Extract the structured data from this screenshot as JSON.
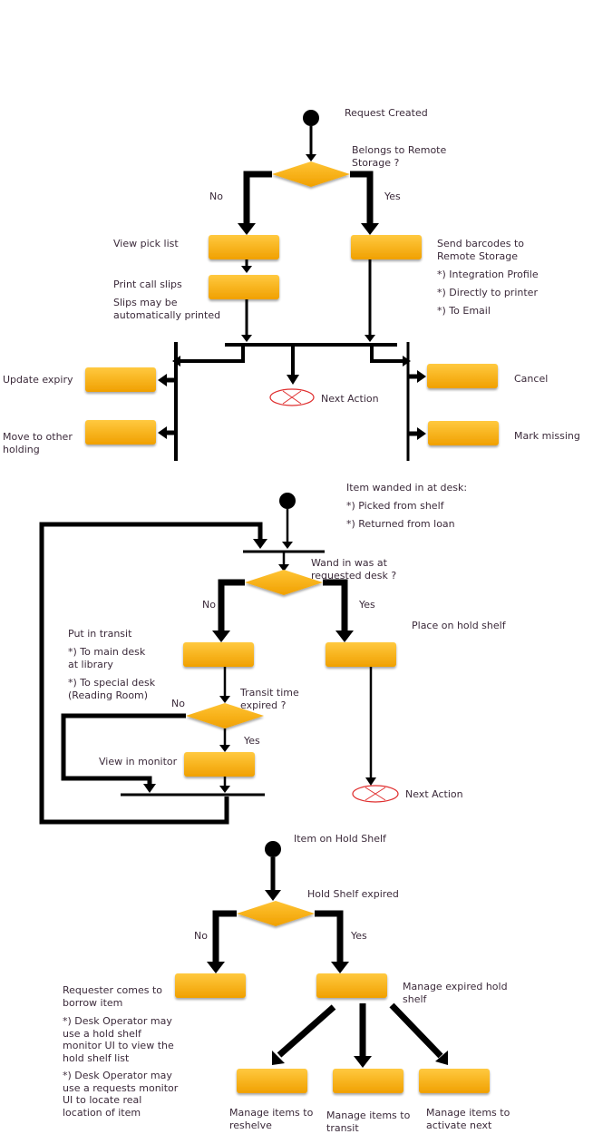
{
  "section1": {
    "start_label": "Request Created",
    "decision_label": "Belongs to Remote\nStorage ?",
    "no_label": "No",
    "yes_label": "Yes",
    "view_pick_list": "View pick list",
    "print_call_slips": "Print call slips",
    "slips_note": "Slips may be\nautomatically printed",
    "send_barcodes": "Send barcodes to\nRemote Storage",
    "integration_profile": "*) Integration Profile",
    "directly_to_printer": "*) Directly to printer",
    "to_email": "*) To Email",
    "update_expiry": "Update expiry",
    "move_to_other_holding": "Move to other\nholding",
    "next_action": "Next Action",
    "cancel": "Cancel",
    "mark_missing": "Mark missing"
  },
  "section2": {
    "start_label": "Item wanded in at desk:",
    "picked_from_shelf": "*) Picked from shelf",
    "returned_from_loan": "*) Returned from loan",
    "decision_label": "Wand in was at\nrequested desk ?",
    "no_label": "No",
    "yes_label": "Yes",
    "put_in_transit": "Put in transit",
    "to_main_desk": "*) To main desk\nat library",
    "to_special_desk": "*) To special desk\n(Reading Room)",
    "place_on_hold_shelf": "Place on hold shelf",
    "transit_decision_label": "Transit time\nexpired ?",
    "transit_no_label": "No",
    "transit_yes_label": "Yes",
    "view_in_monitor": "View in monitor",
    "next_action": "Next Action"
  },
  "section3": {
    "start_label": "Item on Hold Shelf",
    "decision_label": "Hold Shelf expired",
    "no_label": "No",
    "yes_label": "Yes",
    "requester_comes": "Requester comes to\nborrow item",
    "desk_operator_hold": "*) Desk Operator may\nuse a hold shelf\nmonitor UI to view the\nhold shelf list",
    "desk_operator_requests": "*) Desk Operator may\nuse a requests monitor\nUI to locate real\nlocation of item",
    "manage_expired": "Manage expired hold\nshelf",
    "manage_reshelve": "Manage items to\nreshelve",
    "manage_transit": "Manage items to\ntransit",
    "manage_activate": "Manage items to\nactivate next"
  },
  "colors": {
    "activity_light": "#ffc233",
    "activity_dark": "#f2a200",
    "line": "#000000",
    "text": "#3b2a3a",
    "end_marker": "#e03030"
  }
}
